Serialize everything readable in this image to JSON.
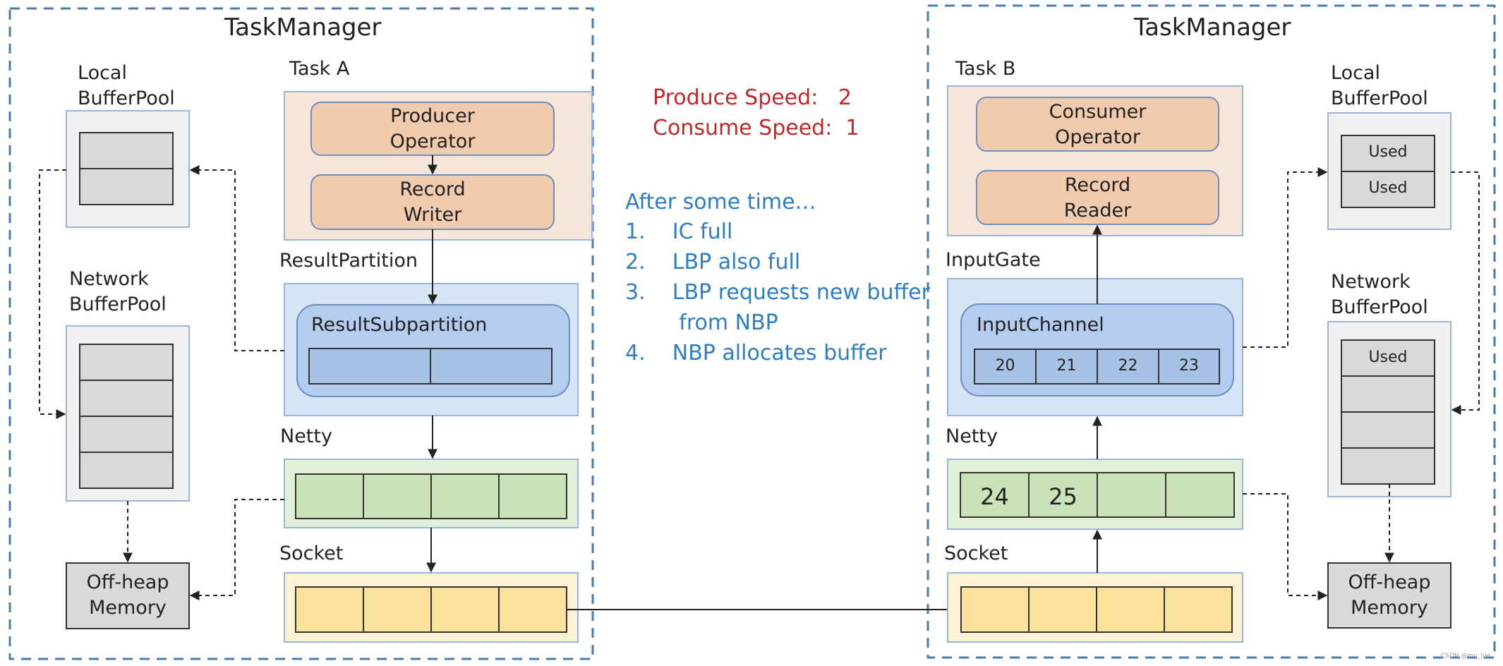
{
  "left_tm": {
    "title": "TaskManager",
    "task_label": "Task A",
    "local_pool_label": "Local\nBufferPool",
    "network_pool_label": "Network\nBufferPool",
    "producer_operator": "Producer\nOperator",
    "record_writer": "Record\nWriter",
    "result_partition_label": "ResultPartition",
    "result_subpartition_label": "ResultSubpartition",
    "netty_label": "Netty",
    "socket_label": "Socket",
    "offheap": "Off-heap\nMemory"
  },
  "right_tm": {
    "title": "TaskManager",
    "task_label": "Task B",
    "local_pool_label": "Local\nBufferPool",
    "network_pool_label": "Network\nBufferPool",
    "consumer_operator": "Consumer\nOperator",
    "record_reader": "Record\nReader",
    "input_gate_label": "InputGate",
    "input_channel_label": "InputChannel",
    "input_channel_cells": [
      "20",
      "21",
      "22",
      "23"
    ],
    "netty_label": "Netty",
    "netty_cells": [
      "24",
      "25",
      "",
      ""
    ],
    "socket_label": "Socket",
    "offheap": "Off-heap\nMemory",
    "local_pool_cells": [
      "Used",
      "Used"
    ],
    "network_pool_cells": [
      "Used",
      "",
      "",
      ""
    ]
  },
  "speeds": {
    "produce": "Produce Speed:   2",
    "consume": "Consume Speed:  1"
  },
  "notes": {
    "heading": "After some time…",
    "items": [
      "1.    IC full",
      "2.    LBP also full",
      "3.    LBP requests new buffer",
      "        from NBP",
      "4.    NBP allocates buffer"
    ]
  },
  "credit": "CSDN @mu_lge",
  "colors": {
    "dashed_border": "#4a7bb0",
    "task_fill": "#f8e5d9",
    "operator_fill": "#f0cbad",
    "partition_fill": "#d6e5f5",
    "subpartition_fill": "#b4cdee",
    "cell_blue": "#a7c2e4",
    "netty_fill": "#e2f0d9",
    "cell_green": "#c9e2b8",
    "socket_fill": "#fdf1d5",
    "cell_yellow": "#fbe29c",
    "pool_fill": "#f0f0f0",
    "cell_gray": "#d9d9d9",
    "note_red": "#c0282b",
    "note_blue": "#2f7ec2"
  }
}
